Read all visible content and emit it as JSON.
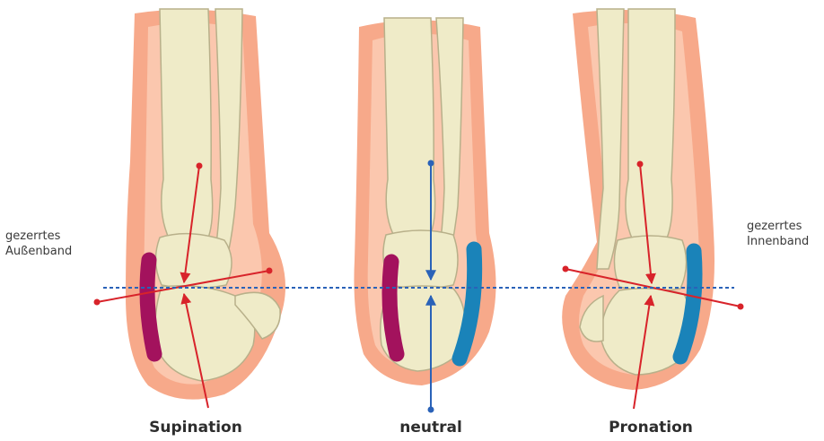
{
  "labels": {
    "left_line1": "gezerrtes",
    "left_line2": "Außenband",
    "right_line1": "gezerrtes",
    "right_line2": "Innenband"
  },
  "captions": {
    "supination": "Supination",
    "neutral": "neutral",
    "pronation": "Pronation"
  },
  "colors": {
    "skin": "#f7a98a",
    "skin_light": "#fbc7ae",
    "bone": "#efebc8",
    "bone_outline": "#b8b08a",
    "ligament_outer": "#a3125d",
    "ligament_inner": "#1a83b9",
    "red_axis": "#d8232a",
    "blue_axis": "#2a62b8",
    "baseline": "#2a62b8"
  }
}
